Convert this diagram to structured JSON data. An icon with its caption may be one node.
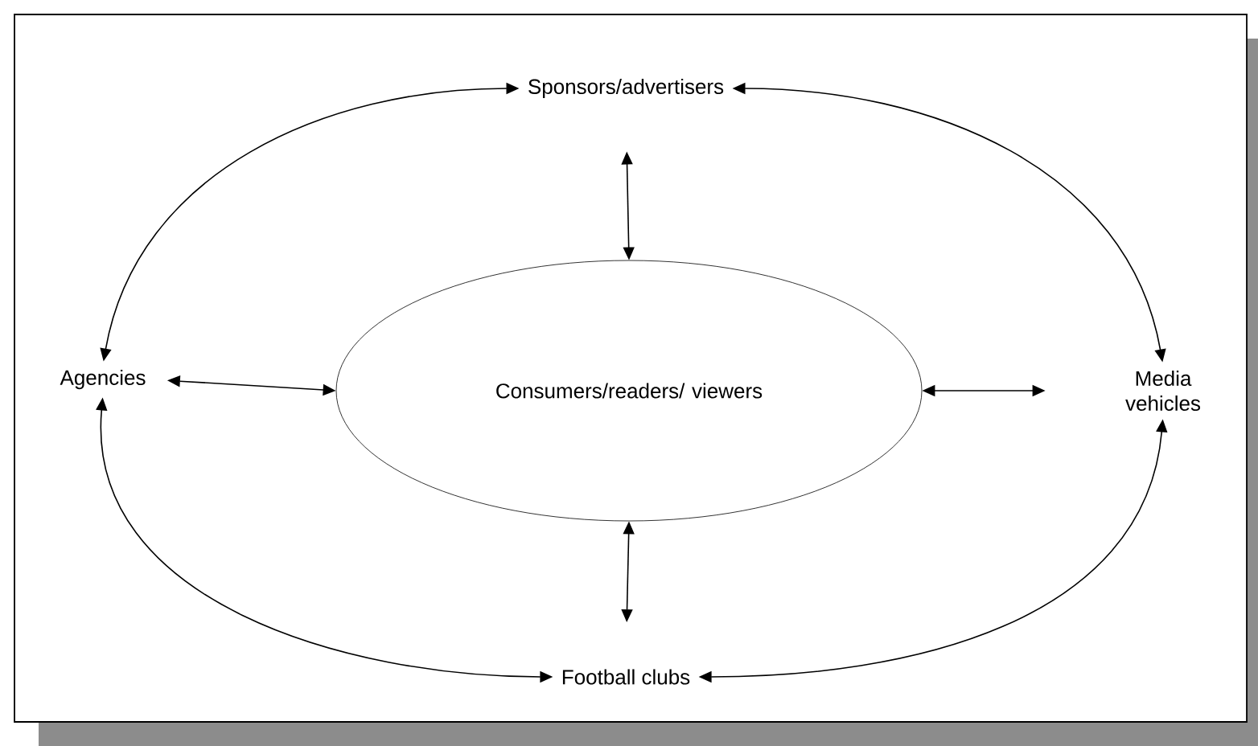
{
  "diagram": {
    "nodes": [
      {
        "text": [
          "Sponsors/advertisers"
        ]
      },
      {
        "text": [
          "Agencies"
        ]
      },
      {
        "text": [
          "Consumers/readers/ viewers"
        ]
      },
      {
        "text": [
          "Media vehicles"
        ]
      },
      {
        "text": [
          "Football clubs"
        ]
      }
    ],
    "edges": [
      {
        "from": 0,
        "to": 1,
        "arrow": "both"
      },
      {
        "from": 0,
        "to": 3,
        "arrow": "both"
      },
      {
        "from": 0,
        "to": 2,
        "arrow": "both"
      },
      {
        "from": 1,
        "to": 2,
        "arrow": "both"
      },
      {
        "from": 2,
        "to": 3,
        "arrow": "both"
      },
      {
        "from": 2,
        "to": 4,
        "arrow": "both"
      },
      {
        "from": 1,
        "to": 4,
        "arrow": "both"
      },
      {
        "from": 3,
        "to": 4,
        "arrow": "both"
      }
    ]
  }
}
